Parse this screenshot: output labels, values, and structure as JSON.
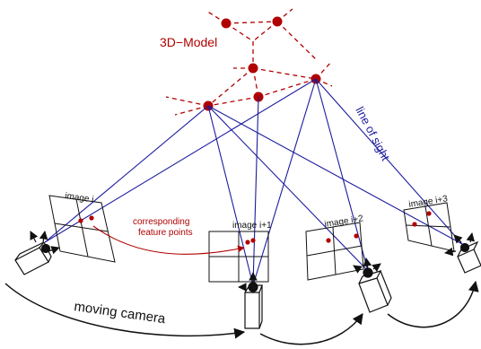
{
  "labels": {
    "model": "3D−Model",
    "line_of_sight": "line of sight",
    "corresponding": "corresponding",
    "feature_points": "feature points",
    "moving_camera": "moving camera",
    "image_i": "image i",
    "image_i1": "image i+1",
    "image_i2": "image i+2",
    "image_i3": "image i+3"
  },
  "colors": {
    "model": "#b00000",
    "sight": "#1c1c9e",
    "ink": "#111111",
    "label_blue": "#1c1c9e"
  }
}
